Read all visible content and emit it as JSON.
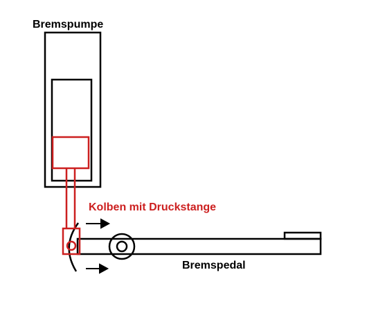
{
  "labels": {
    "pump": "Bremspumpe",
    "piston": "Kolben mit Druckstange",
    "pedal": "Bremspedal"
  },
  "colors": {
    "outline": "#000000",
    "piston": "#cc1f1f",
    "background": "#ffffff"
  }
}
